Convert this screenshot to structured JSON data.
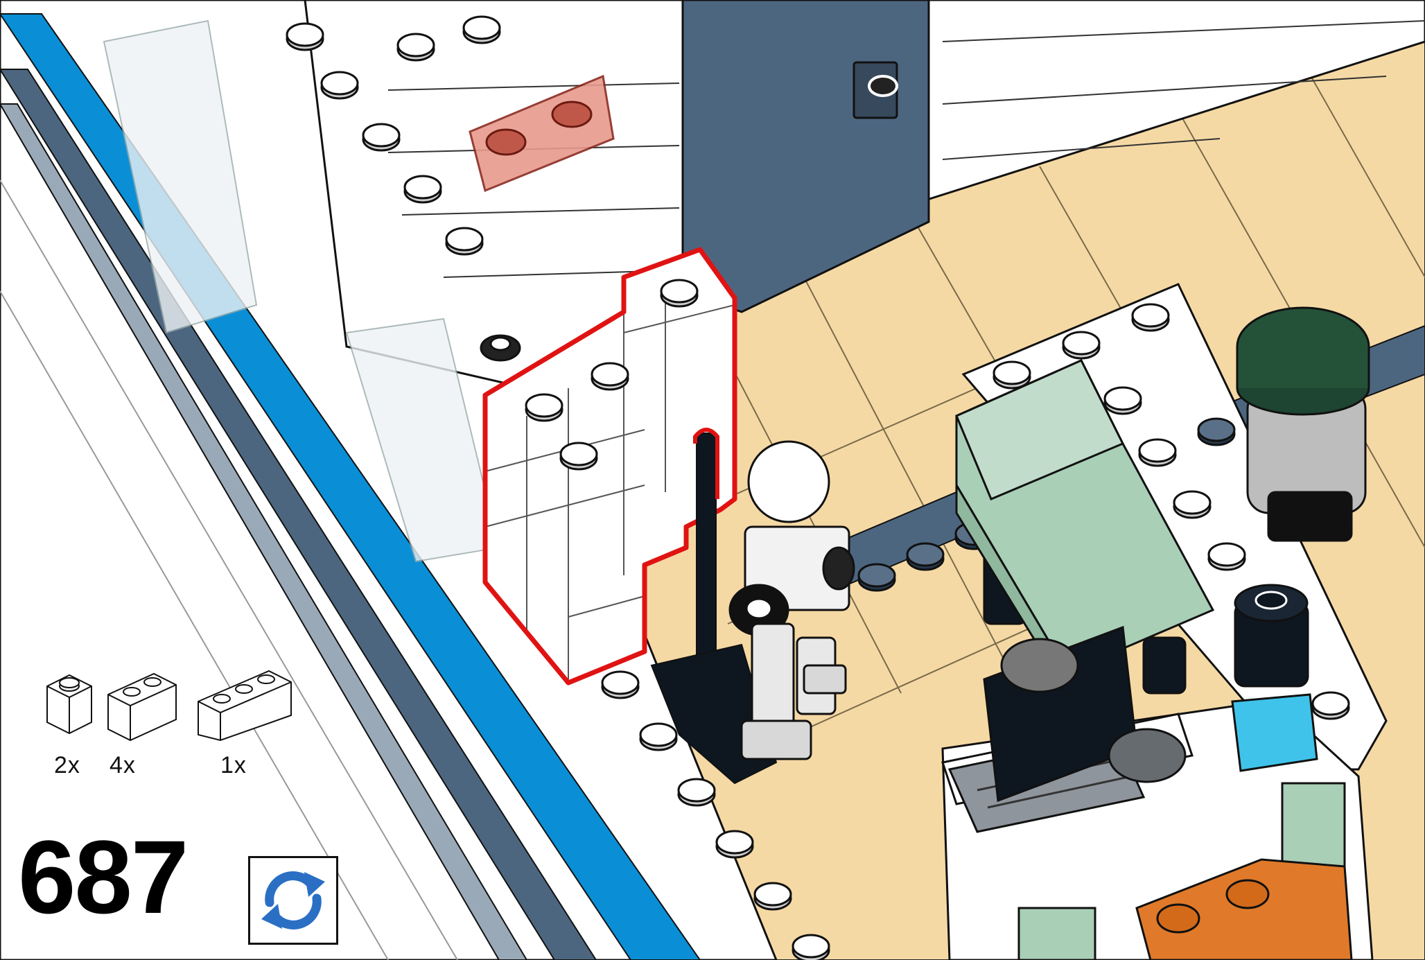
{
  "step": {
    "number": "687"
  },
  "parts_list": [
    {
      "icon": "brick-1x1-icon",
      "qty": "2x"
    },
    {
      "icon": "brick-1x2-icon",
      "qty": "4x"
    },
    {
      "icon": "brick-1x3-icon",
      "qty": "1x"
    }
  ],
  "rotate_button": {
    "icon": "rotate-model-icon"
  },
  "colors": {
    "highlight": "#e01313",
    "floor": "#f5d9a4",
    "door": "#4d6680",
    "stripe_blue": "#0a8fd6",
    "bed": "#a9cfb7",
    "rotate_icon": "#2b6fc4"
  }
}
